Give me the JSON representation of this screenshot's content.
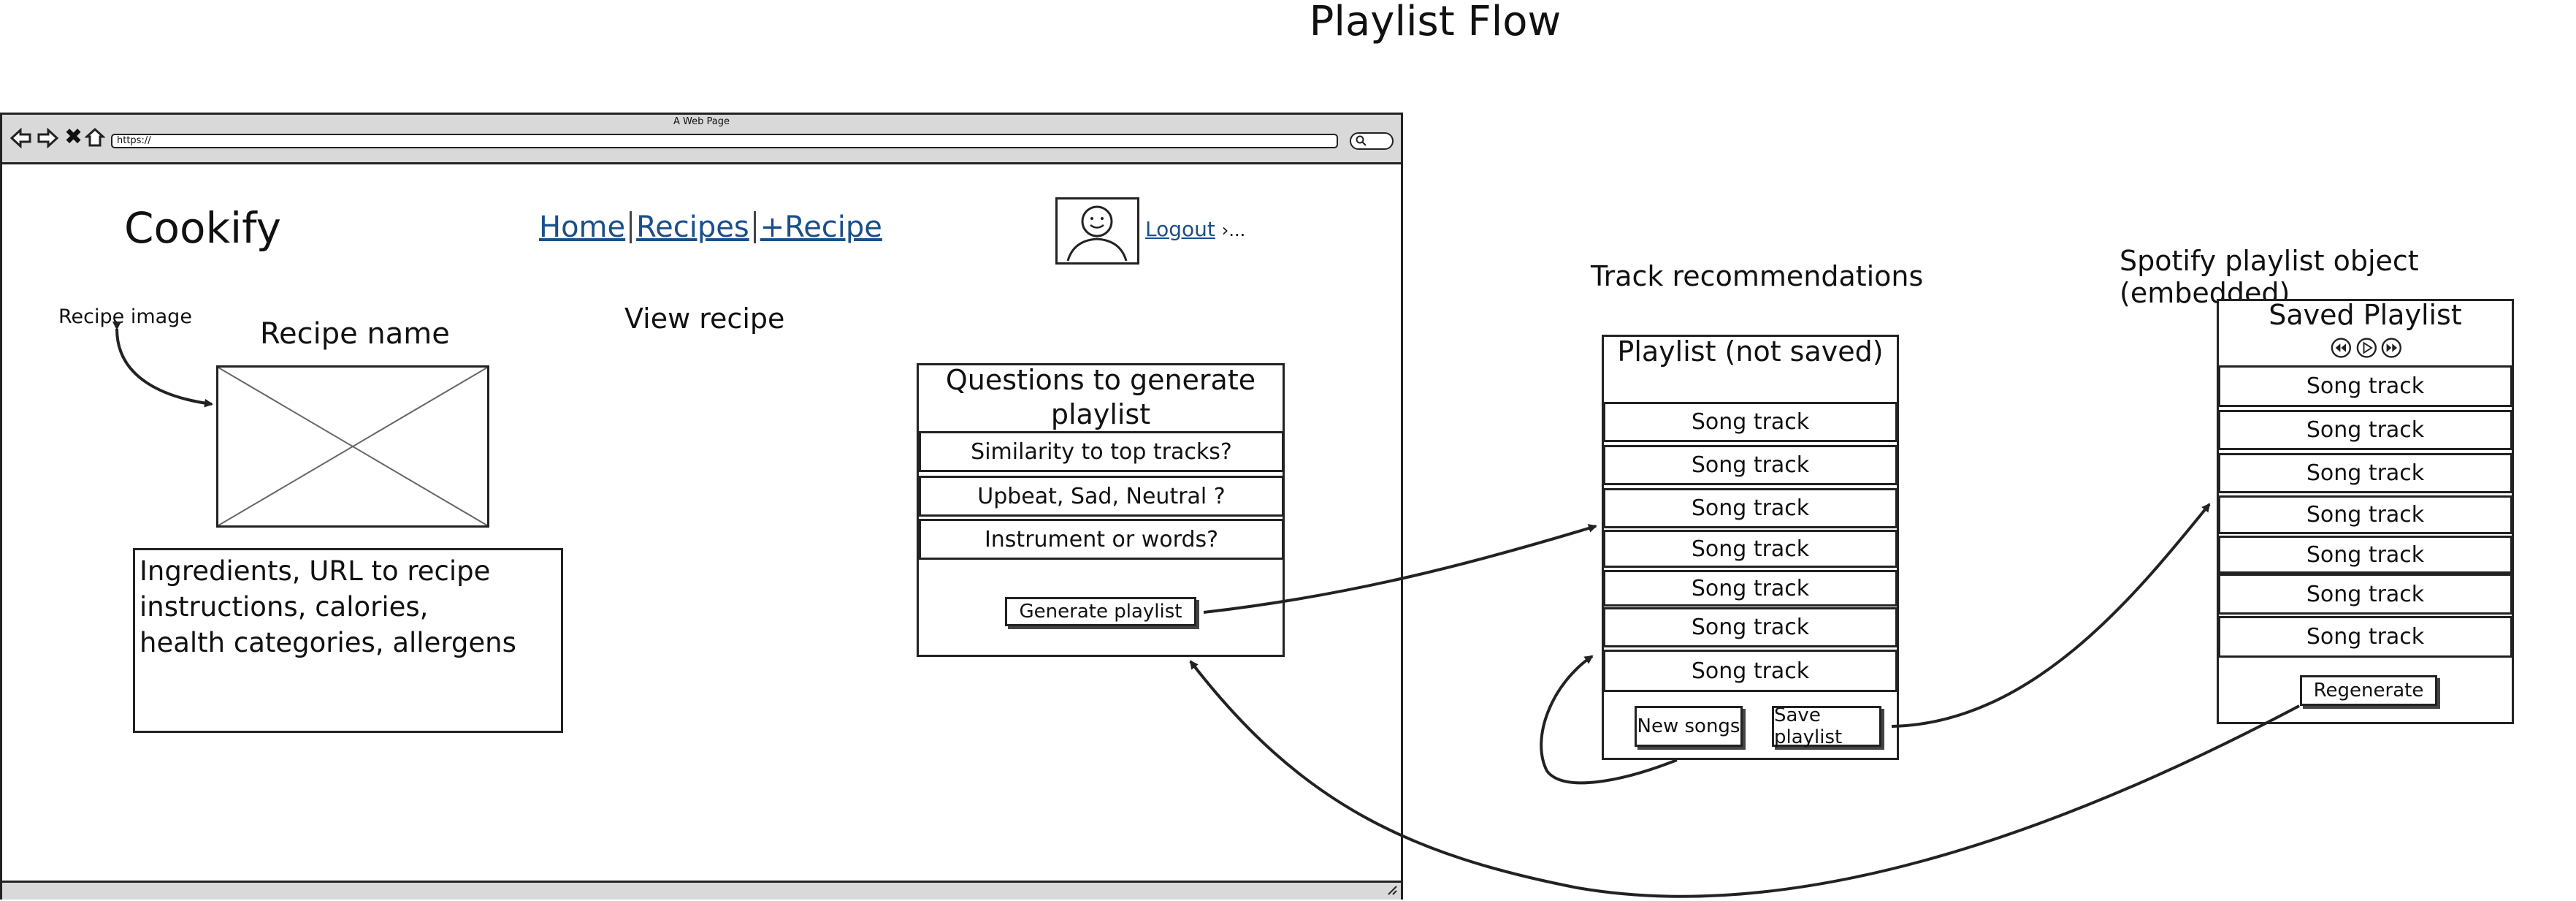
{
  "diagram_title": "Playlist Flow",
  "browser": {
    "window_title": "A Web Page",
    "url": "https://"
  },
  "app": {
    "logo": "Cookify",
    "nav": [
      "Home",
      "Recipes",
      "+Recipe"
    ],
    "logout_label": "Logout",
    "logout_more": "›...",
    "recipe_image_label": "Recipe image",
    "recipe_name": "Recipe name",
    "view_recipe": "View recipe",
    "details_text": "Ingredients, URL to recipe instructions, calories, health categories, allergens"
  },
  "questions_panel": {
    "title": "Questions to generate playlist",
    "questions": [
      "Similarity to top tracks?",
      "Upbeat, Sad, Neutral ?",
      "Instrument or words?"
    ],
    "generate_button": "Generate playlist"
  },
  "recommendations": {
    "heading": "Track recommendations",
    "title": "Playlist (not saved)",
    "tracks": [
      "Song track",
      "Song track",
      "Song track",
      "Song track",
      "Song track",
      "Song track",
      "Song track"
    ],
    "new_songs_button": "New songs",
    "save_button": "Save playlist"
  },
  "saved": {
    "heading": "Spotify playlist object (embedded)",
    "title": "Saved Playlist",
    "tracks": [
      "Song track",
      "Song track",
      "Song track",
      "Song track",
      "Song track",
      "Song track",
      "Song track"
    ],
    "regenerate_button": "Regenerate"
  },
  "icons": {
    "back": "arrow-left-icon",
    "forward": "arrow-right-icon",
    "stop": "close-icon",
    "home": "home-icon",
    "search": "search-icon",
    "avatar": "user-avatar-icon",
    "rewind": "rewind-icon",
    "play": "play-icon",
    "fast_forward": "fast-forward-icon",
    "resize": "resize-grip-icon"
  }
}
